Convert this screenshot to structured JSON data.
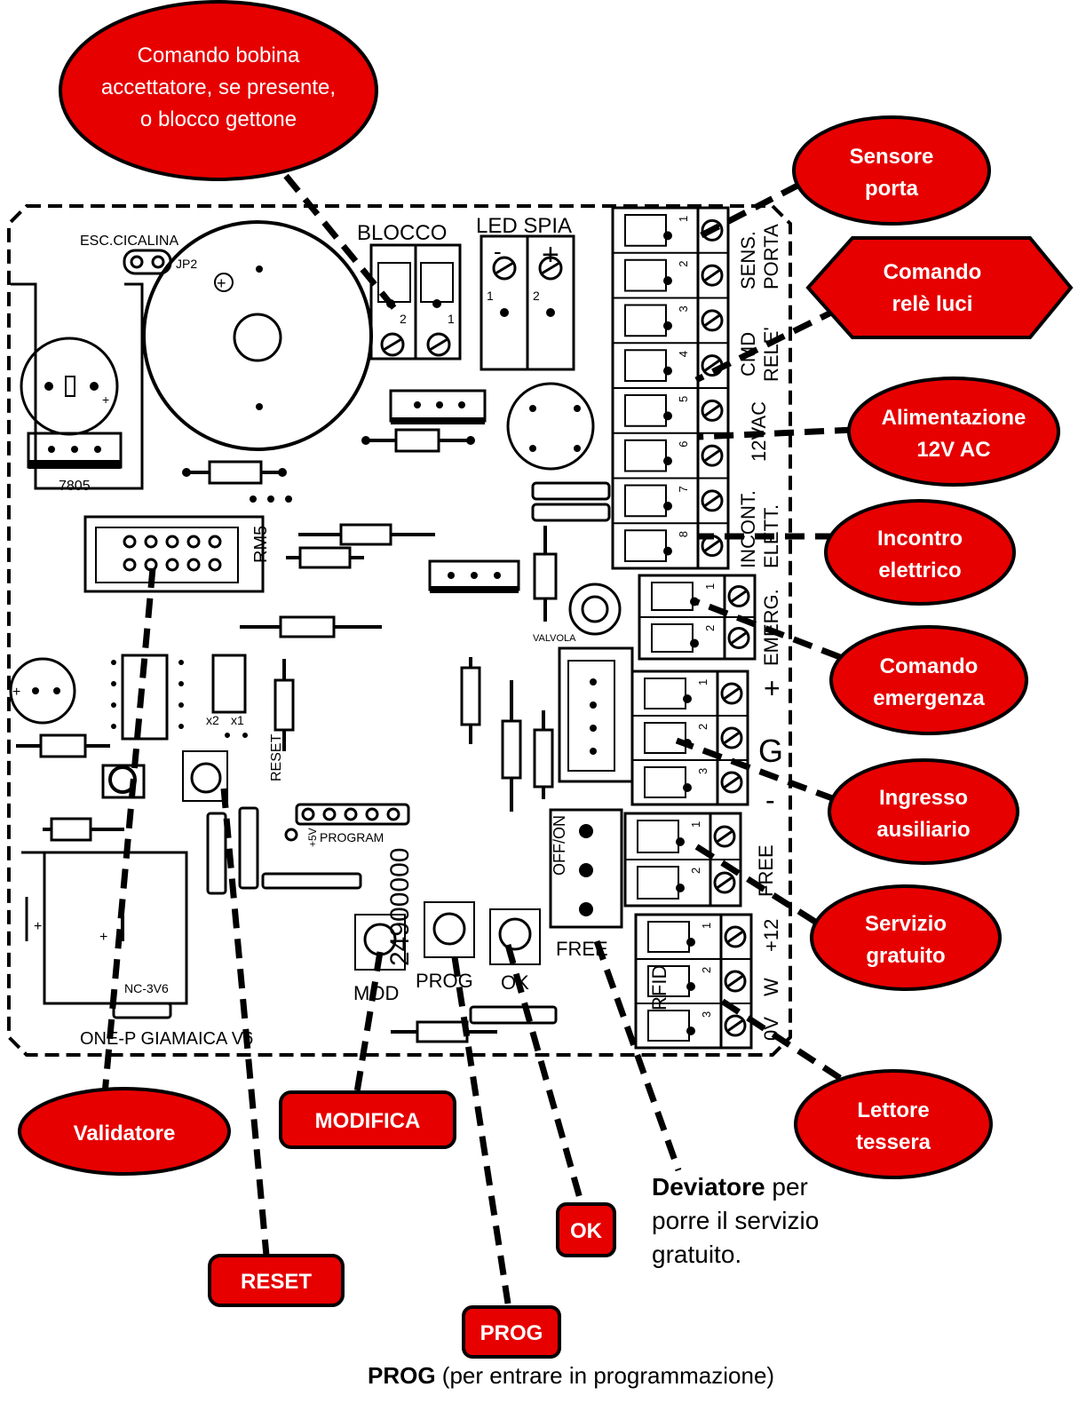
{
  "board": {
    "model": "ONE-P GIAMAICA V6",
    "code": "24900000",
    "labels": {
      "esc_cicalina": "ESC.CICALINA",
      "jp2": "JP2",
      "blocco": "BLOCCO",
      "led_spia": "LED SPIA",
      "reg_7805": "7805",
      "rm5": "RM5",
      "valvola": "VALVOLA",
      "x2": "x2",
      "x1": "x1",
      "reset": "RESET",
      "program": "PROGRAM",
      "plus5v": "+5V",
      "nc3v6": "NC-3V6",
      "mod": "MOD",
      "prog": "PROG",
      "ok": "OK",
      "free": "FREE",
      "off_on": "OFF/ON",
      "rfid": "RFID",
      "minus": "-",
      "plus": "+"
    },
    "terminal_labels": {
      "sens_porta_1": "SENS.",
      "sens_porta_2": "PORTA",
      "cmd_rele_1": "CMD",
      "cmd_rele_2": "RELE'",
      "vac": "12VAC",
      "incont_1": "INCONT.",
      "incont_2": "ELETT.",
      "emerg_1": "EMERG.",
      "emerg_2": "EMERG.",
      "aux_plus": "+",
      "aux_g": "G",
      "aux_minus": "-",
      "free": "FREE",
      "rfid_12": "+12",
      "rfid_w": "W",
      "rfid_0v": "0V"
    },
    "pin_numbers": [
      "1",
      "2",
      "3",
      "4",
      "5",
      "6",
      "7",
      "8"
    ]
  },
  "callouts": {
    "comando_bobina": [
      "Comando bobina",
      "accettatore, se presente,",
      "o blocco gettone"
    ],
    "sensore_porta": [
      "Sensore",
      "porta"
    ],
    "comando_rele": [
      "Comando",
      "relè luci"
    ],
    "alimentazione": [
      "Alimentazione",
      "12V AC"
    ],
    "incontro": [
      "Incontro",
      "elettrico"
    ],
    "emergenza": [
      "Comando",
      "emergenza"
    ],
    "ausiliario": [
      "Ingresso",
      "ausiliario"
    ],
    "servizio": [
      "Servizio",
      "gratuito"
    ],
    "lettore": [
      "Lettore",
      "tessera"
    ],
    "validatore": "Validatore",
    "modifica": "MODIFICA",
    "reset": "RESET",
    "ok": "OK",
    "prog": "PROG"
  },
  "notes": {
    "deviatore_bold": "Deviatore",
    "deviatore_rest_1": " per",
    "deviatore_line2": "porre il servizio",
    "deviatore_line3": "gratuito.",
    "prog_bold": "PROG",
    "prog_rest": " (per entrare in programmazione)"
  },
  "colors": {
    "callout_fill": "#e60000",
    "callout_stroke": "#000000",
    "callout_text": "#ffffff"
  }
}
